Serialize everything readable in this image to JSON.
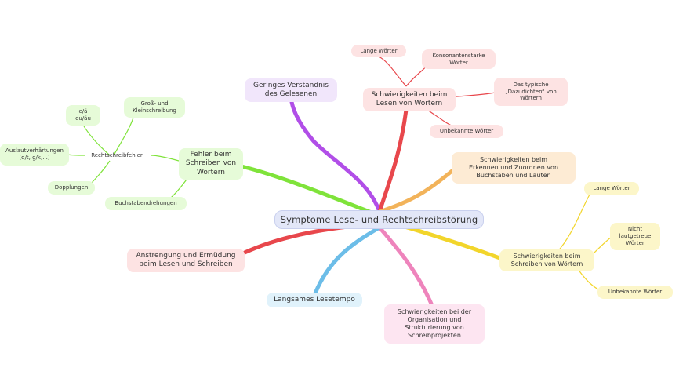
{
  "colors": {
    "central_fill": "#e3e7f8",
    "purple": "#b14ee8",
    "red": "#e8474c",
    "orange": "#f2b35a",
    "yellow": "#f2d52b",
    "pink": "#ee84bc",
    "blue": "#6cbde8",
    "green": "#7fe33a"
  },
  "central": {
    "label": "Symptome Lese- und Rechtschreibstörung"
  },
  "branches": {
    "verstaendnis": {
      "label": "Geringes Verständnis\ndes Gelesenen"
    },
    "lesen_woerter": {
      "label": "Schwierigkeiten beim\nLesen von Wörtern",
      "children": {
        "lange": "Lange Wörter",
        "konsonanten": "Konsonantenstarke\nWörter",
        "dazudichten": "Das typische\n„Dazudichten“ von\nWörtern",
        "unbekannte": "Unbekannte Wörter"
      }
    },
    "erkennen": {
      "label": "Schwierigkeiten beim\nErkennen und Zuordnen von\nBuchstaben und Lauten"
    },
    "schreiben_woerter": {
      "label": "Schwierigkeiten beim\nSchreiben von Wörtern",
      "children": {
        "lange": "Lange Wörter",
        "nicht_lautgetreu": "Nicht\nlautgetreue\nWörter",
        "unbekannte": "Unbekannte Wörter"
      }
    },
    "organisation": {
      "label": "Schwierigkeiten bei der\nOrganisation und\nStrukturierung von\nSchreibprojekten"
    },
    "lesetempo": {
      "label": "Langsames Lesetempo"
    },
    "anstrengung": {
      "label": "Anstrengung und Ermüdung\nbeim Lesen und Schreiben"
    },
    "fehler": {
      "label": "Fehler beim\nSchreiben von\nWörtern",
      "children": {
        "rechtschreibfehler": "Rechtschreibfehler",
        "buchstabendrehungen": "Buchstabendrehungen"
      },
      "rechtschreibfehler_children": {
        "e_ae": "e/ä\neu/äu",
        "gross_klein": "Groß- und\nKleinschreibung",
        "auslaut": "Auslautverhärtungen\n(d/t, g/k,...)",
        "dopplungen": "Dopplungen"
      }
    }
  }
}
